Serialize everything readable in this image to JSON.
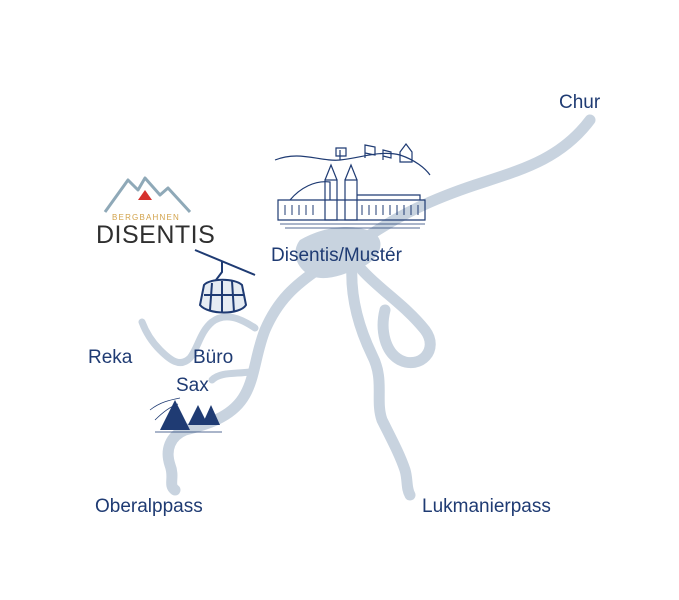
{
  "map": {
    "colors": {
      "route": "#c8d3df",
      "ink": "#1f3b73",
      "logo_text": "#2f2f2f",
      "logo_accent": "#d2a24a",
      "logo_cross": "#d6322e",
      "mountain": "#8fa9b8"
    },
    "places": {
      "chur": "Chur",
      "disentis_muster": "Disentis/Mustér",
      "reka": "Reka",
      "buero": "Büro",
      "sax": "Sax",
      "oberalppass": "Oberalppass",
      "lukmanierpass": "Lukmanierpass"
    },
    "logo": {
      "sub": "BERGBAHNEN",
      "main": "DISENTIS"
    },
    "icons": [
      "monastery-icon",
      "cable-car-icon",
      "tipi-camp-icon",
      "swiss-cross-icon"
    ]
  }
}
